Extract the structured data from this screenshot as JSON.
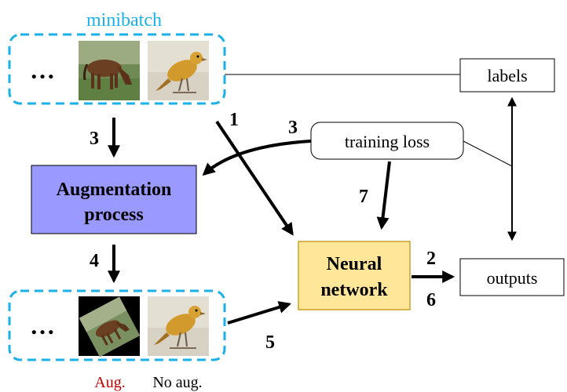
{
  "colors": {
    "minibatch_blue": "#1ab0e8",
    "aug_fill": "#9999ff",
    "nn_fill": "#ffe699",
    "nn_stroke": "#c9a227",
    "aug_text": "#c00000",
    "stroke": "#000000"
  },
  "minibatch": {
    "title": "minibatch",
    "ellipsis": "…",
    "images": [
      "horse-image",
      "bird-image"
    ]
  },
  "augmented_batch": {
    "ellipsis": "…",
    "aug_caption": "Aug.",
    "noaug_caption": "No aug.",
    "images": [
      "rotated-horse-image",
      "bird-image"
    ]
  },
  "nodes": {
    "labels": "labels",
    "training_loss": "training loss",
    "augmentation": [
      "Augmentation",
      "process"
    ],
    "neural_network": [
      "Neural",
      "network"
    ],
    "outputs": "outputs"
  },
  "steps": {
    "s1": "1",
    "s2": "2",
    "s3_left": "3",
    "s3_loss": "3",
    "s4": "4",
    "s5": "5",
    "s6": "6",
    "s7": "7"
  }
}
